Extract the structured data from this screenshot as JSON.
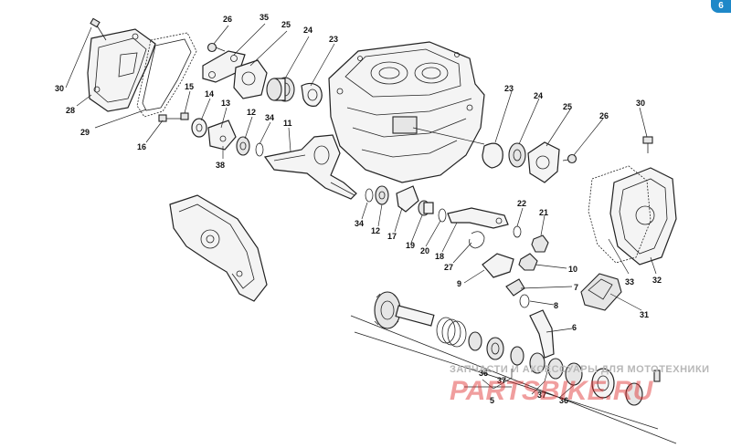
{
  "badge": "6",
  "watermark": {
    "line1": "ЗАПЧАСТИ И АКСЕССУАРЫ ДЛЯ МОТОТЕХНИКИ",
    "line2": "PARTSBIKE.RU"
  },
  "colors": {
    "badge": "#1e88c8",
    "watermark_red": "#e02a2a",
    "ink": "#222222"
  },
  "part_labels": [
    "30",
    "28",
    "29",
    "16",
    "15",
    "14",
    "13",
    "38",
    "26",
    "35",
    "25",
    "24",
    "23",
    "12",
    "34",
    "11",
    "34",
    "12",
    "17",
    "19",
    "20",
    "18",
    "27",
    "22",
    "21",
    "10",
    "9",
    "7",
    "8",
    "6",
    "23",
    "24",
    "25",
    "26",
    "30",
    "33",
    "32",
    "31",
    "36",
    "37",
    "5",
    "37",
    "36"
  ]
}
